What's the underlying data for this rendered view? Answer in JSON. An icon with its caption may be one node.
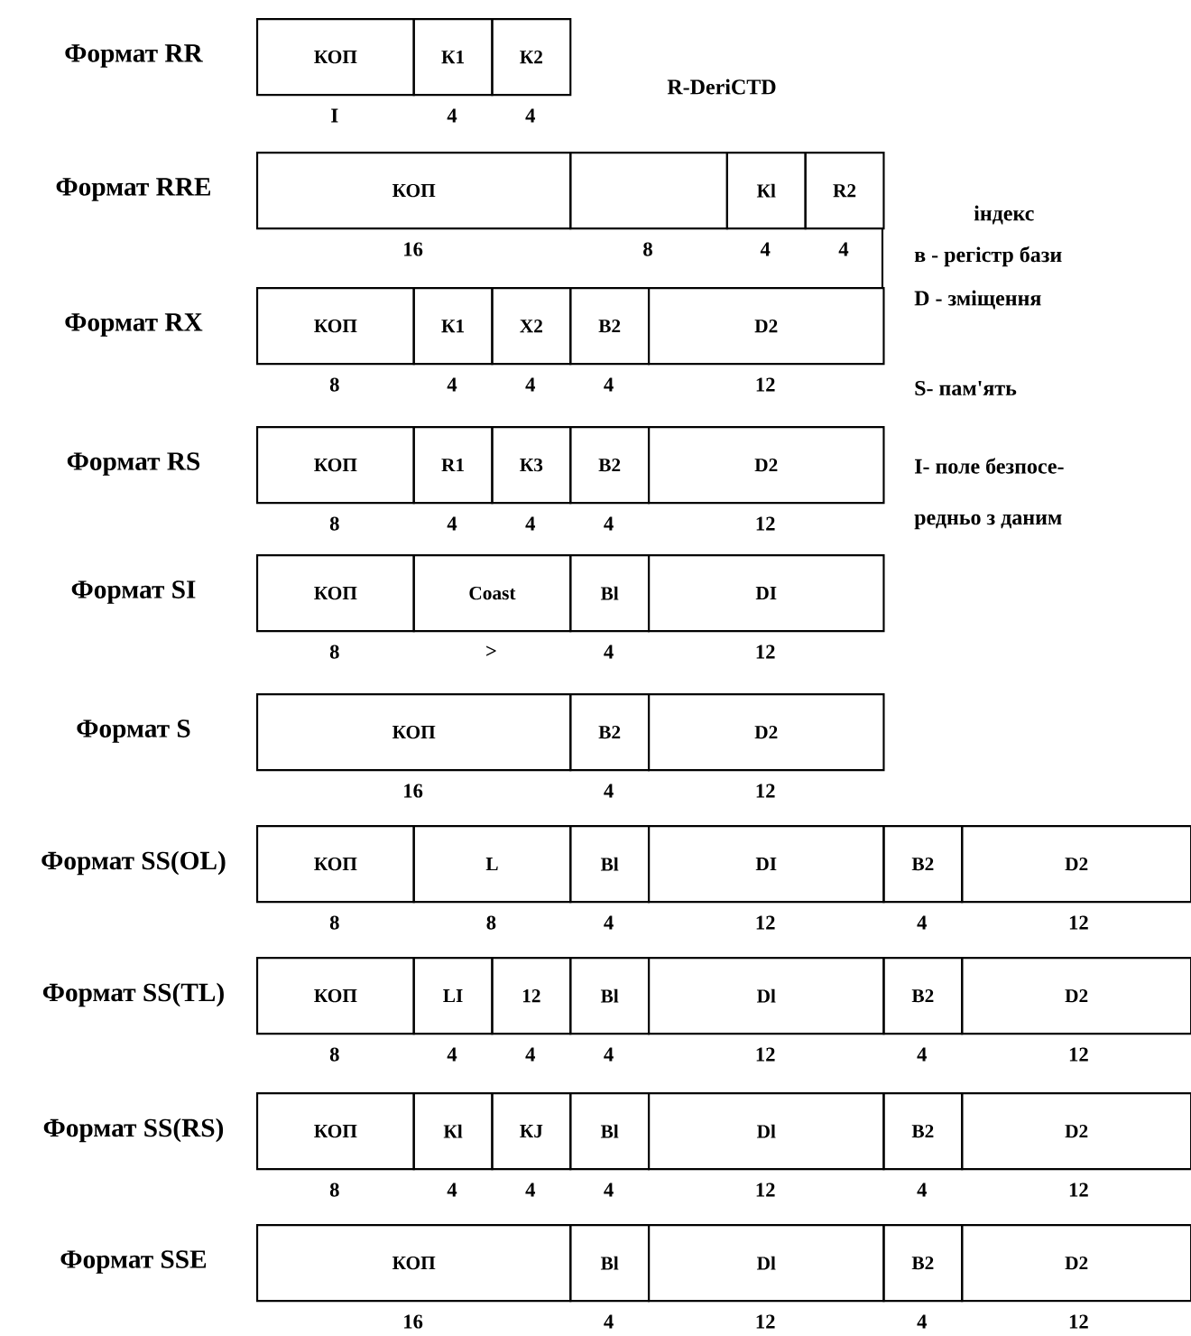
{
  "diagram": {
    "nodes": [
      {
        "text": [
          "КОП"
        ],
        "beside": [
          "I"
        ]
      },
      {
        "text": [
          "К1"
        ],
        "beside": [
          "4"
        ]
      },
      {
        "text": [
          "К2"
        ],
        "beside": [
          "4"
        ]
      },
      {
        "text": [
          "КОП"
        ],
        "beside": [
          "16"
        ]
      },
      {
        "text": [],
        "shape": "box",
        "beside": [
          "8"
        ]
      },
      {
        "text": [
          "Кl"
        ],
        "beside": [
          "4"
        ]
      },
      {
        "text": [
          "R2"
        ],
        "beside": [
          "4"
        ]
      },
      {
        "text": [
          "КОП"
        ],
        "beside": [
          "8"
        ]
      },
      {
        "text": [
          "К1"
        ],
        "beside": [
          "4"
        ]
      },
      {
        "text": [
          "X2"
        ],
        "beside": [
          "4"
        ]
      },
      {
        "text": [
          "B2"
        ],
        "beside": [
          "4"
        ]
      },
      {
        "text": [
          "D2"
        ],
        "beside": [
          "12"
        ]
      },
      {
        "text": [
          "КОП"
        ],
        "beside": [
          "8"
        ]
      },
      {
        "text": [
          "R1"
        ],
        "beside": [
          "4"
        ]
      },
      {
        "text": [
          "К3"
        ],
        "beside": [
          "4"
        ]
      },
      {
        "text": [
          "B2"
        ],
        "beside": [
          "4"
        ]
      },
      {
        "text": [
          "D2"
        ],
        "beside": [
          "12"
        ]
      },
      {
        "text": [
          "КОП"
        ],
        "beside": [
          "8"
        ]
      },
      {
        "text": [
          "Coast"
        ],
        "beside": [
          ">"
        ]
      },
      {
        "text": [
          "Bl"
        ],
        "beside": [
          "4"
        ]
      },
      {
        "text": [
          "DI"
        ],
        "beside": [
          "12"
        ]
      },
      {
        "text": [
          "КОП"
        ],
        "beside": [
          "16"
        ]
      },
      {
        "text": [
          "B2"
        ],
        "beside": [
          "4"
        ]
      },
      {
        "text": [
          "D2"
        ],
        "beside": [
          "12"
        ]
      },
      {
        "text": [
          "КОП"
        ],
        "beside": [
          "8"
        ]
      },
      {
        "text": [
          "L"
        ],
        "beside": [
          "8"
        ]
      },
      {
        "text": [
          "Bl"
        ],
        "beside": [
          "4"
        ]
      },
      {
        "text": [
          "DI"
        ],
        "beside": [
          "12"
        ]
      },
      {
        "text": [
          "B2"
        ],
        "beside": [
          "4"
        ]
      },
      {
        "text": [
          "D2"
        ],
        "beside": [
          "12"
        ]
      },
      {
        "text": [
          "КОП"
        ],
        "beside": [
          "8"
        ]
      },
      {
        "text": [
          "LI"
        ],
        "beside": [
          "4"
        ]
      },
      {
        "text": [
          "12"
        ],
        "beside": [
          "4"
        ]
      },
      {
        "text": [
          "Bl"
        ],
        "beside": [
          "4"
        ]
      },
      {
        "text": [
          "Dl"
        ],
        "beside": [
          "12"
        ]
      },
      {
        "text": [
          "B2"
        ],
        "beside": [
          "4"
        ]
      },
      {
        "text": [
          "D2"
        ],
        "beside": [
          "12"
        ]
      },
      {
        "text": [
          "КОП"
        ],
        "beside": [
          "8"
        ]
      },
      {
        "text": [
          "Кl"
        ],
        "beside": [
          "4"
        ]
      },
      {
        "text": [
          "КJ"
        ],
        "beside": [
          "4"
        ]
      },
      {
        "text": [
          "Bl"
        ],
        "beside": [
          "4"
        ]
      },
      {
        "text": [
          "Dl"
        ],
        "beside": [
          "12"
        ]
      },
      {
        "text": [
          "B2"
        ],
        "beside": [
          "4"
        ]
      },
      {
        "text": [
          "D2"
        ],
        "beside": [
          "12"
        ]
      },
      {
        "text": [
          "КОП"
        ],
        "beside": [
          "16"
        ]
      },
      {
        "text": [
          "Bl"
        ],
        "beside": [
          "4"
        ]
      },
      {
        "text": [
          "Dl"
        ],
        "beside": [
          "12"
        ]
      },
      {
        "text": [
          "B2"
        ],
        "beside": [
          "4"
        ]
      },
      {
        "text": [
          "D2"
        ],
        "beside": [
          "12"
        ]
      }
    ],
    "labels": [
      "Формат RR",
      "R-DeriCTD",
      "Формат RRE",
      "індекс",
      "в - регістр бази",
      "D - зміщення",
      "Формат RX",
      "S- пам'ять",
      "Формат RS",
      "I- поле безпосе-",
      "редньо з даним",
      "Формат SI",
      "Формат S",
      "Формат SS(OL)",
      "Формат SS(TL)",
      "Формат SS(RS)",
      "Формат SSE"
    ]
  }
}
